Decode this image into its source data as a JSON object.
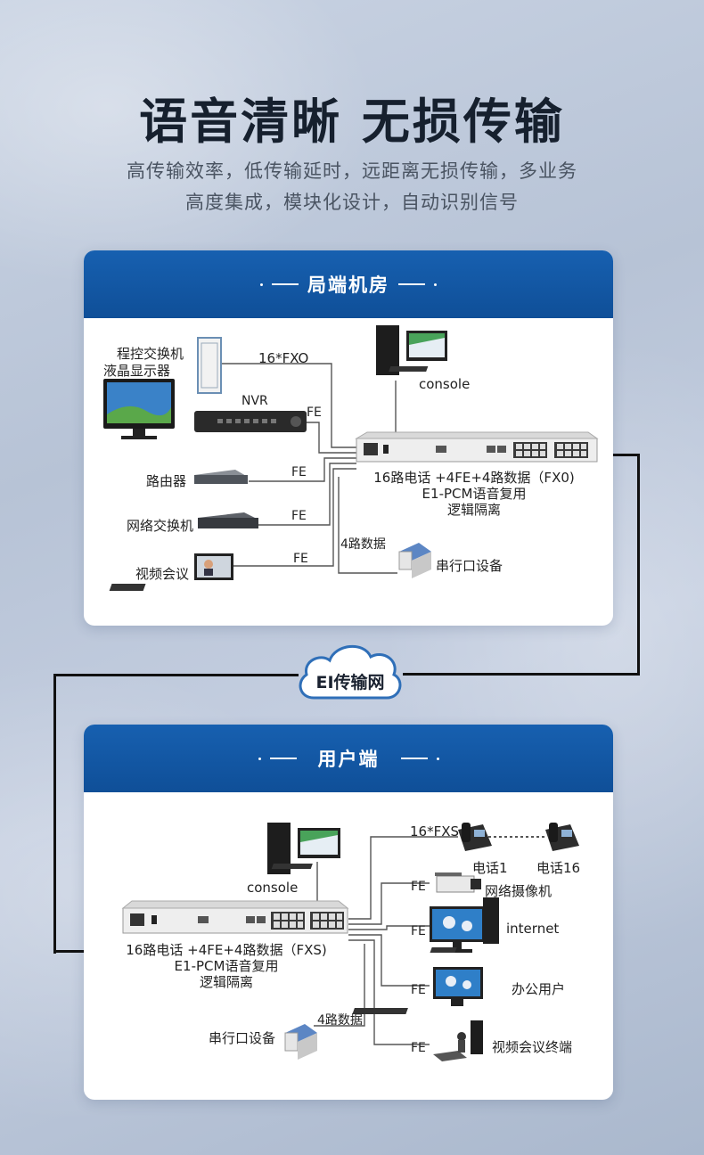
{
  "header": {
    "title": "语音清晰  无损传输",
    "subtitle_line1": "高传输效率，低传输延时，远距离无损传输，多业务",
    "subtitle_line2": "高度集成，模块化设计，自动识别信号"
  },
  "network": {
    "label": "EI传输网"
  },
  "central_office": {
    "title": "局端机房",
    "labels": {
      "exchange": "程控交换机",
      "lcd": "液晶显示器",
      "router": "路由器",
      "switch": "网络交换机",
      "video_conf": "视频会议",
      "fxo": "16*FXO",
      "nvr": "NVR",
      "fe1": "FE",
      "fe2": "FE",
      "fe3": "FE",
      "fe4": "FE",
      "console": "console",
      "device_line1": "16路电话 +4FE+4路数据（FX0)",
      "device_line2": "E1-PCM语音复用",
      "device_line3": "逻辑隔离",
      "data4": "4路数据",
      "serial": "串行口设备"
    }
  },
  "user_side": {
    "title": "用户端",
    "labels": {
      "console": "console",
      "fxs": "16*FXS",
      "phone1": "电话1",
      "phone16": "电话16",
      "fe1": "FE",
      "fe2": "FE",
      "fe3": "FE",
      "fe4": "FE",
      "camera": "网络摄像机",
      "internet": "internet",
      "office": "办公用户",
      "video_term": "视频会议终端",
      "device_line1": "16路电话 +4FE+4路数据（FXS)",
      "device_line2": "E1-PCM语音复用",
      "device_line3": "逻辑隔离",
      "data4": "4路数据",
      "serial": "串行口设备"
    }
  }
}
